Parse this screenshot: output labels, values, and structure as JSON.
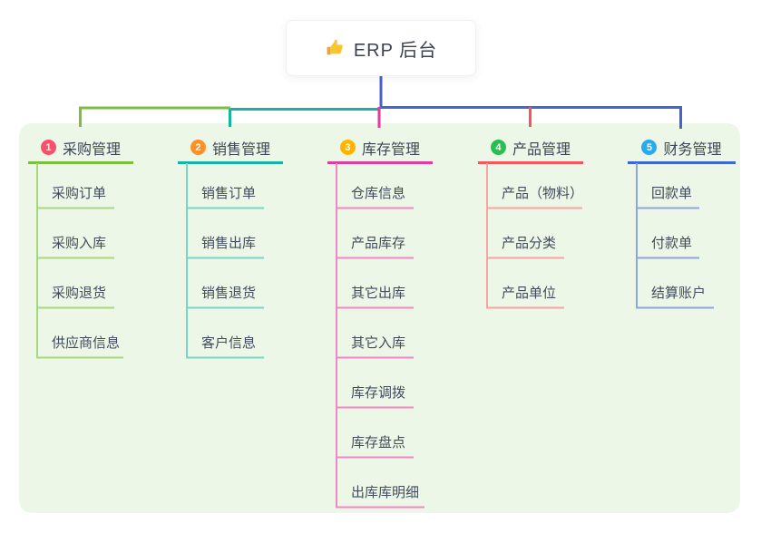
{
  "root": {
    "title": "ERP 后台",
    "icon": "thumbs-up-icon"
  },
  "colors": {
    "canvas_bg": "#ffffff",
    "panel_bg": "#edf7e8",
    "stem": "#4c60c6",
    "text_dark": "#3a4150",
    "branch_text": "#3b4655",
    "child_text": "#414c5c"
  },
  "branches": [
    {
      "badge": "1",
      "label": "采购管理",
      "badge_color": "#f4516c",
      "line_color": "#7cbe3f",
      "child_line_color": "#a9d77c",
      "children": [
        "采购订单",
        "采购入库",
        "采购退货",
        "供应商信息"
      ]
    },
    {
      "badge": "2",
      "label": "销售管理",
      "badge_color": "#ff9027",
      "line_color": "#14b3a2",
      "child_line_color": "#79d4c6",
      "children": [
        "销售订单",
        "销售出库",
        "销售退货",
        "客户信息"
      ]
    },
    {
      "badge": "3",
      "label": "库存管理",
      "badge_color": "#ffb302",
      "line_color": "#e23a9d",
      "child_line_color": "#f287c5",
      "children": [
        "仓库信息",
        "产品库存",
        "其它出库",
        "其它入库",
        "库存调拨",
        "库存盘点",
        "出库库明细"
      ]
    },
    {
      "badge": "4",
      "label": "产品管理",
      "badge_color": "#2abd52",
      "line_color": "#f5555c",
      "child_line_color": "#f8a3a4",
      "children": [
        "产品（物料）",
        "产品分类",
        "产品单位"
      ]
    },
    {
      "badge": "5",
      "label": "财务管理",
      "badge_color": "#2aaae8",
      "line_color": "#3f66d4",
      "child_line_color": "#90a6db",
      "children": [
        "回款单",
        "付款单",
        "结算账户"
      ]
    }
  ]
}
